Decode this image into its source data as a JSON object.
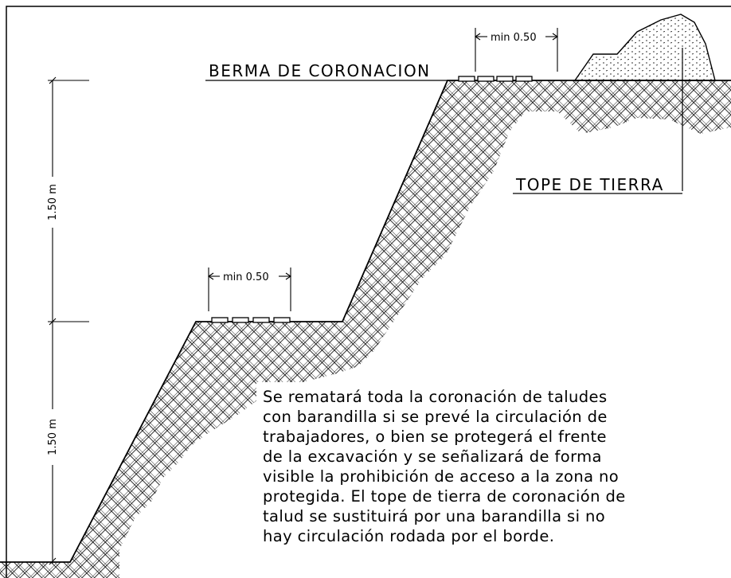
{
  "labels": {
    "berma": "BERMA DE CORONACION",
    "tope": "TOPE DE TIERRA",
    "min_top": "min 0.50",
    "min_mid": "min 0.50",
    "dim_upper": "1.50 m",
    "dim_lower": "1.50 m"
  },
  "note": [
    "Se rematará toda la coronación de taludes",
    "con barandilla si se prevé la circulación de",
    "trabajadores, o bien se protegerá el frente",
    "de la excavación y se señalizará de forma",
    "visible la prohibición de acceso a la zona no",
    "protegida. El tope de tierra de coronación de",
    "talud se sustituirá por una barandilla si no",
    "hay circulación rodada por el borde."
  ]
}
